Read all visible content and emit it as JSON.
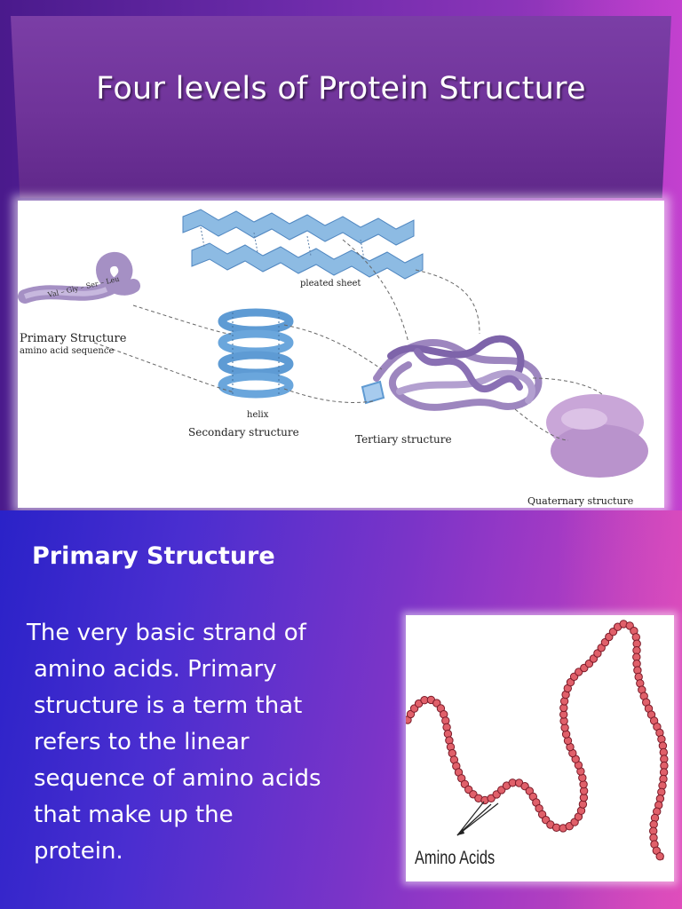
{
  "slide1": {
    "title": "Four levels of Protein Structure",
    "figure": {
      "labels": {
        "primary": "Primary Structure",
        "primary_sub": "amino acid sequence",
        "sequence": "Val – Gly – Ser – Leu",
        "pleated": "pleated sheet",
        "helix": "helix",
        "secondary": "Secondary structure",
        "tertiary": "Tertiary structure",
        "quaternary": "Quaternary structure"
      }
    }
  },
  "slide2": {
    "heading": "Primary Structure",
    "body_lines": [
      "The very basic strand of",
      "amino acids. Primary",
      "structure is a term that",
      "refers to the linear",
      "sequence of amino acids",
      "that make up the",
      "protein."
    ],
    "figure_label": "Amino Acids"
  },
  "colors": {
    "title_panel": "#6f3399",
    "sheet_blue": "#7fb2de",
    "ribbon_purple": "#9a7ab8",
    "bead_red": "#e0606a"
  }
}
